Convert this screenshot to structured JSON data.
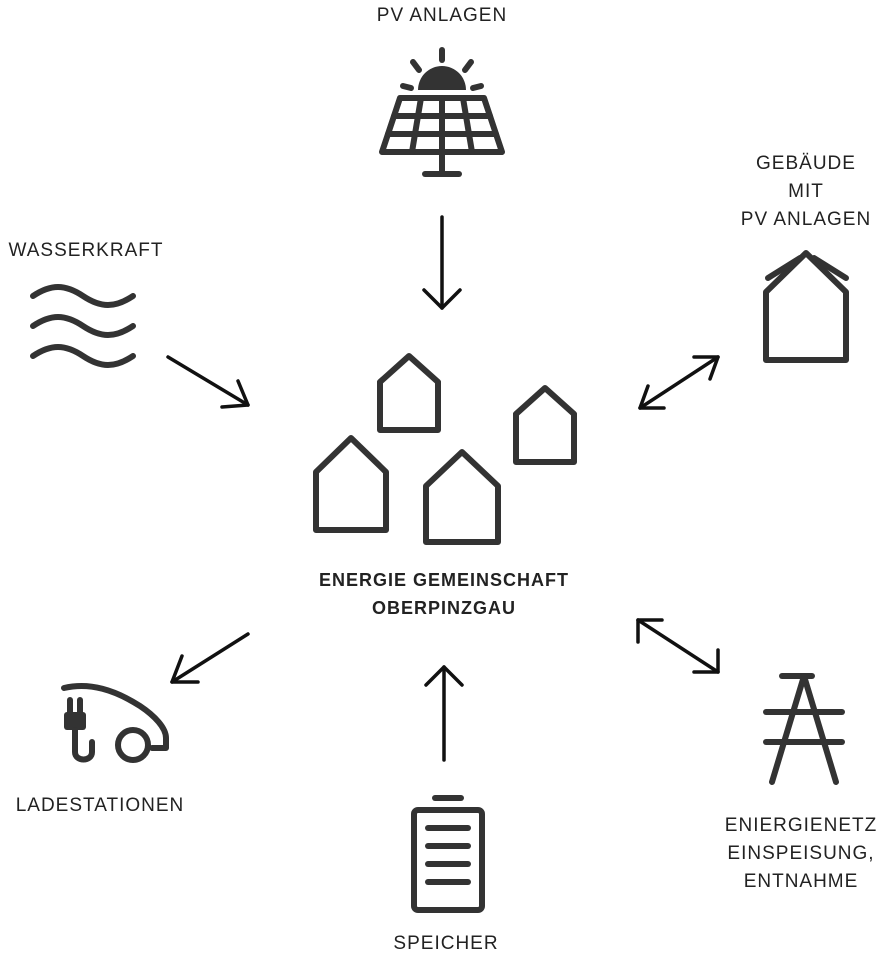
{
  "nodes": {
    "pv": {
      "label": "PV ANLAGEN",
      "icon": "solar-panel-icon"
    },
    "building": {
      "lines": [
        "GEBÄUDE",
        "MIT",
        "PV ANLAGEN"
      ],
      "icon": "house-icon"
    },
    "water": {
      "label": "WASSERKRAFT",
      "icon": "waves-icon"
    },
    "center": {
      "lines": [
        "ENERGIE GEMEINSCHAFT",
        "OBERPINZGAU"
      ],
      "icon": "houses-group-icon"
    },
    "charging": {
      "label": "LADESTATIONEN",
      "icon": "ev-charging-icon"
    },
    "storage": {
      "label": "SPEICHER",
      "icon": "battery-icon"
    },
    "grid": {
      "lines": [
        "ENIERGIENETZ",
        "EINSPEISUNG,",
        "ENTNAHME"
      ],
      "icon": "power-pylon-icon"
    }
  },
  "colors": {
    "icon": "#333333",
    "arrow": "#111111",
    "text": "#222222",
    "background": "#ffffff"
  }
}
